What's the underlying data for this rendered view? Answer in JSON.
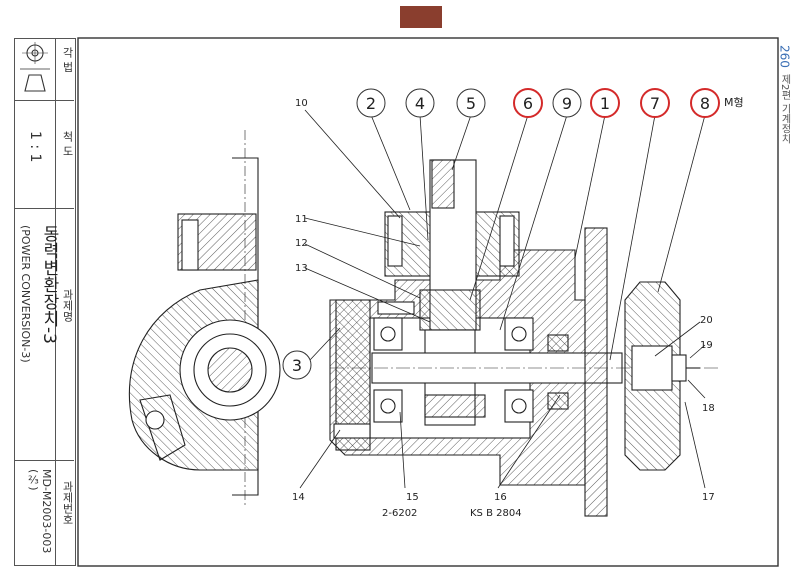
{
  "page_number": "260",
  "chapter_label": "제2편 기계정치",
  "title_block": {
    "projection_label": "각 법",
    "scale_label": "척 도",
    "scale_value": "1 : 1",
    "title_label": "과제명",
    "title_korean": "동력변환장치-3",
    "title_english": "(POWER CONVERSION-3)",
    "number_label": "과제번호",
    "drawing_number": "MD-M2003-003 (⅔)"
  },
  "balloons": [
    {
      "label": "2",
      "highlight": false
    },
    {
      "label": "4",
      "highlight": false
    },
    {
      "label": "5",
      "highlight": false
    },
    {
      "label": "6",
      "highlight": true
    },
    {
      "label": "9",
      "highlight": false
    },
    {
      "label": "1",
      "highlight": true
    },
    {
      "label": "7",
      "highlight": true
    },
    {
      "label": "8",
      "highlight": true
    },
    {
      "label": "3",
      "highlight": false
    }
  ],
  "belt_type_note": "M형",
  "part_labels": [
    "10",
    "11",
    "12",
    "13",
    "14",
    "15",
    "16",
    "17",
    "18",
    "19",
    "20"
  ],
  "bearing_note": "2-6202",
  "standard_note": "KS B 2804",
  "colors": {
    "highlight_ring": "#d42a2a",
    "line": "#222222",
    "tab": "#8a3e2e"
  }
}
